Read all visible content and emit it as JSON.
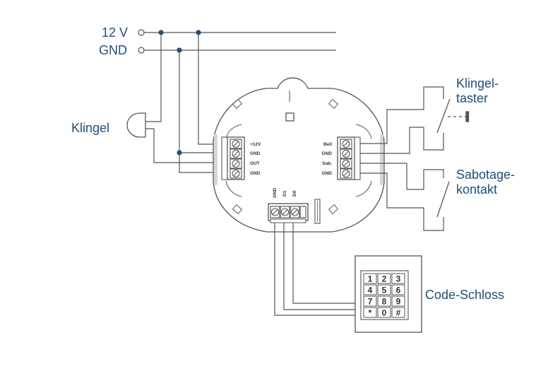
{
  "power": {
    "v12": "12 V",
    "gnd": "GND"
  },
  "bell": {
    "label": "Klingel"
  },
  "bell_button": {
    "line1": "Klingel-",
    "line2": "taster"
  },
  "tamper": {
    "line1": "Sabotage-",
    "line2": "kontakt"
  },
  "code_lock": {
    "label": "Code-Schloss",
    "keys": [
      "1",
      "2",
      "3",
      "4",
      "5",
      "6",
      "7",
      "8",
      "9",
      "*",
      "0",
      "#"
    ]
  },
  "module": {
    "left_terminals": [
      "+12V",
      "GND",
      "OUT",
      "GND"
    ],
    "right_terminals": [
      "Bell",
      "GND",
      "Sab.",
      "GND"
    ],
    "bottom_terminals": [
      "GND",
      "D1",
      "D0"
    ]
  },
  "colors": {
    "wire": "#555555",
    "label": "#1f4f7a",
    "junction": "#1f4f7a"
  }
}
